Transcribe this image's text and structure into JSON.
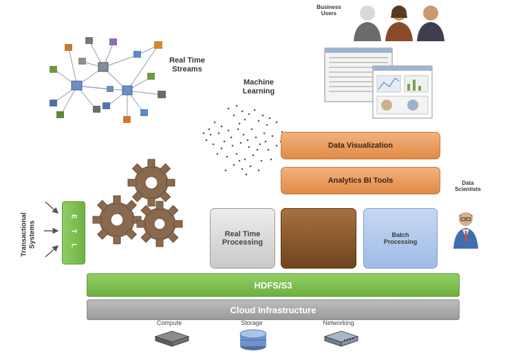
{
  "labels": {
    "business_users": "Business\nUsers",
    "real_time_streams": "Real Time\nStreams",
    "machine_learning": "Machine\nLearning",
    "data_scientists": "Data\nScientists",
    "transactional_systems": "Transactional\nSystems",
    "etl": "E T L"
  },
  "stack": {
    "data_visualization": "Data Visualization",
    "analytics_bi_tools": "Analytics BI Tools",
    "real_time_processing": "Real Time\nProcessing",
    "batch_processing": "Batch\nProcessing",
    "hdfs_s3": "HDFS/S3",
    "cloud_infrastructure": "Cloud Infrastructure"
  },
  "infra": {
    "compute": "Compute",
    "storage": "Storage",
    "networking": "Networking"
  },
  "colors": {
    "orange": "#e59a5a",
    "green": "#7cc04f",
    "gray": "#a9a9a9",
    "blue": "#a9c4ea",
    "brown": "#8a5a2e",
    "gear": "#8a6a4e"
  }
}
